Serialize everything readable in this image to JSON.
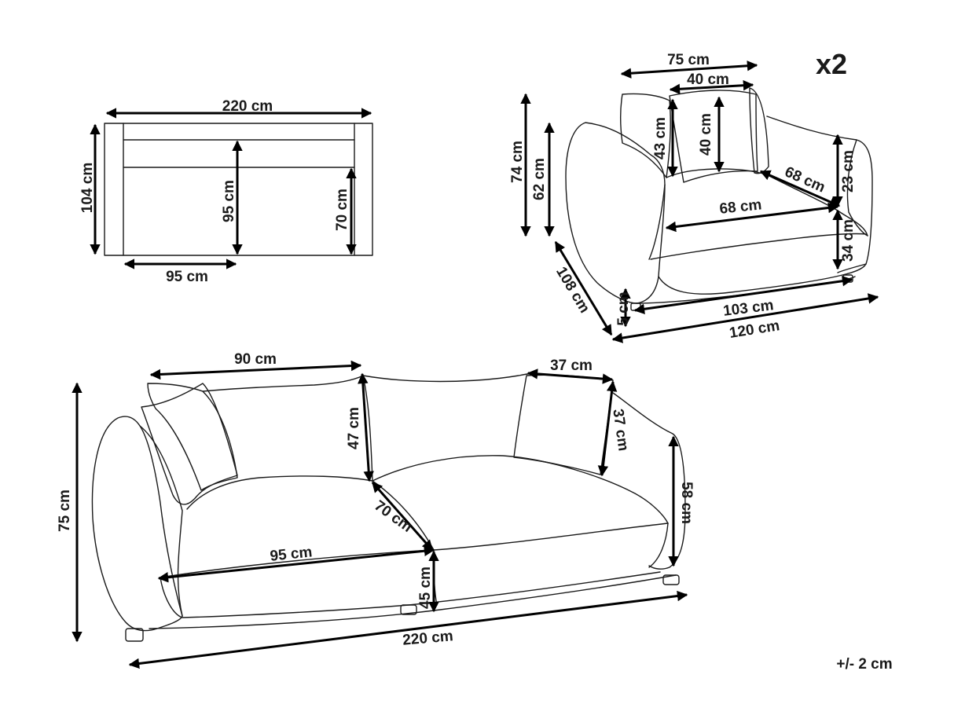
{
  "plan_view": {
    "width": "220 cm",
    "depth": "104 cm",
    "seat_depth": "95 cm",
    "armrest_depth": "70 cm",
    "seat_width": "95 cm"
  },
  "armchair": {
    "quantity": "x2",
    "width": "75 cm",
    "cushion_width": "40 cm",
    "back_cushion_height": "43 cm",
    "cushion_height": "40 cm",
    "height": "74 cm",
    "seat_height_side": "62 cm",
    "arm_depth": "68 cm",
    "seat_depth": "68 cm",
    "arm_height": "23 cm",
    "seat_height": "34 cm",
    "total_depth": "108 cm",
    "leg_height": "5 cm",
    "seat_width": "103 cm",
    "total_width": "120 cm"
  },
  "sofa": {
    "cushion_width": "90 cm",
    "arm_cushion_width": "37 cm",
    "arm_cushion_height": "37 cm",
    "backrest_height": "47 cm",
    "total_height": "75 cm",
    "seat_depth": "70 cm",
    "arm_height": "58 cm",
    "seat_width": "95 cm",
    "seat_height": "45 cm",
    "total_width": "220 cm"
  },
  "tolerance": "+/- 2 cm"
}
